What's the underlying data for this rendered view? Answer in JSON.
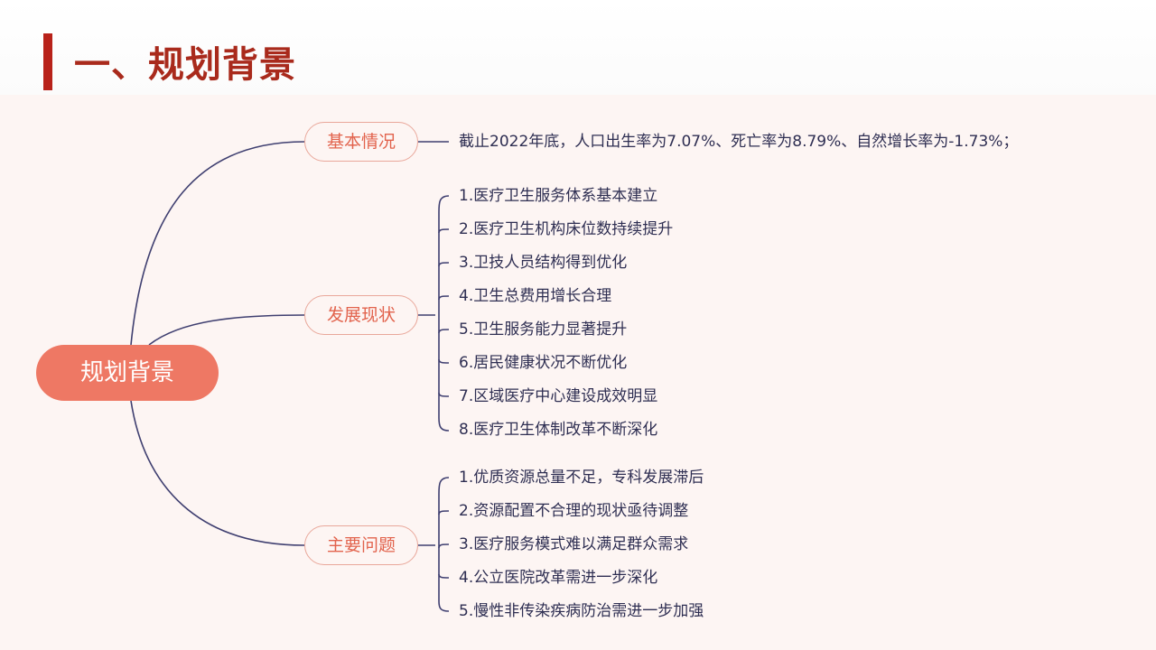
{
  "page": {
    "title": "一、规划背景"
  },
  "mindmap": {
    "root": "规划背景",
    "branches": [
      {
        "label": "基本情况",
        "items": [
          "截止2022年底，人口出生率为7.07%、死亡率为8.79%、自然增长率为-1.73%；"
        ]
      },
      {
        "label": "发展现状",
        "items": [
          "1.医疗卫生服务体系基本建立",
          "2.医疗卫生机构床位数持续提升",
          "3.卫技人员结构得到优化",
          "4.卫生总费用增长合理",
          "5.卫生服务能力显著提升",
          "6.居民健康状况不断优化",
          "7.区域医疗中心建设成效明显",
          "8.医疗卫生体制改革不断深化"
        ]
      },
      {
        "label": "主要问题",
        "items": [
          "1.优质资源总量不足，专科发展滞后",
          "2.资源配置不合理的现状亟待调整",
          "3.医疗服务模式难以满足群众需求",
          "4.公立医院改革需进一步深化",
          "5.慢性非传染疾病防治需进一步加强"
        ]
      }
    ]
  },
  "colors": {
    "accent": "#b8221a",
    "title": "#a92a1c",
    "root_fill": "#ee7864",
    "branch_text": "#e2634d",
    "connector": "#3f3f70"
  }
}
